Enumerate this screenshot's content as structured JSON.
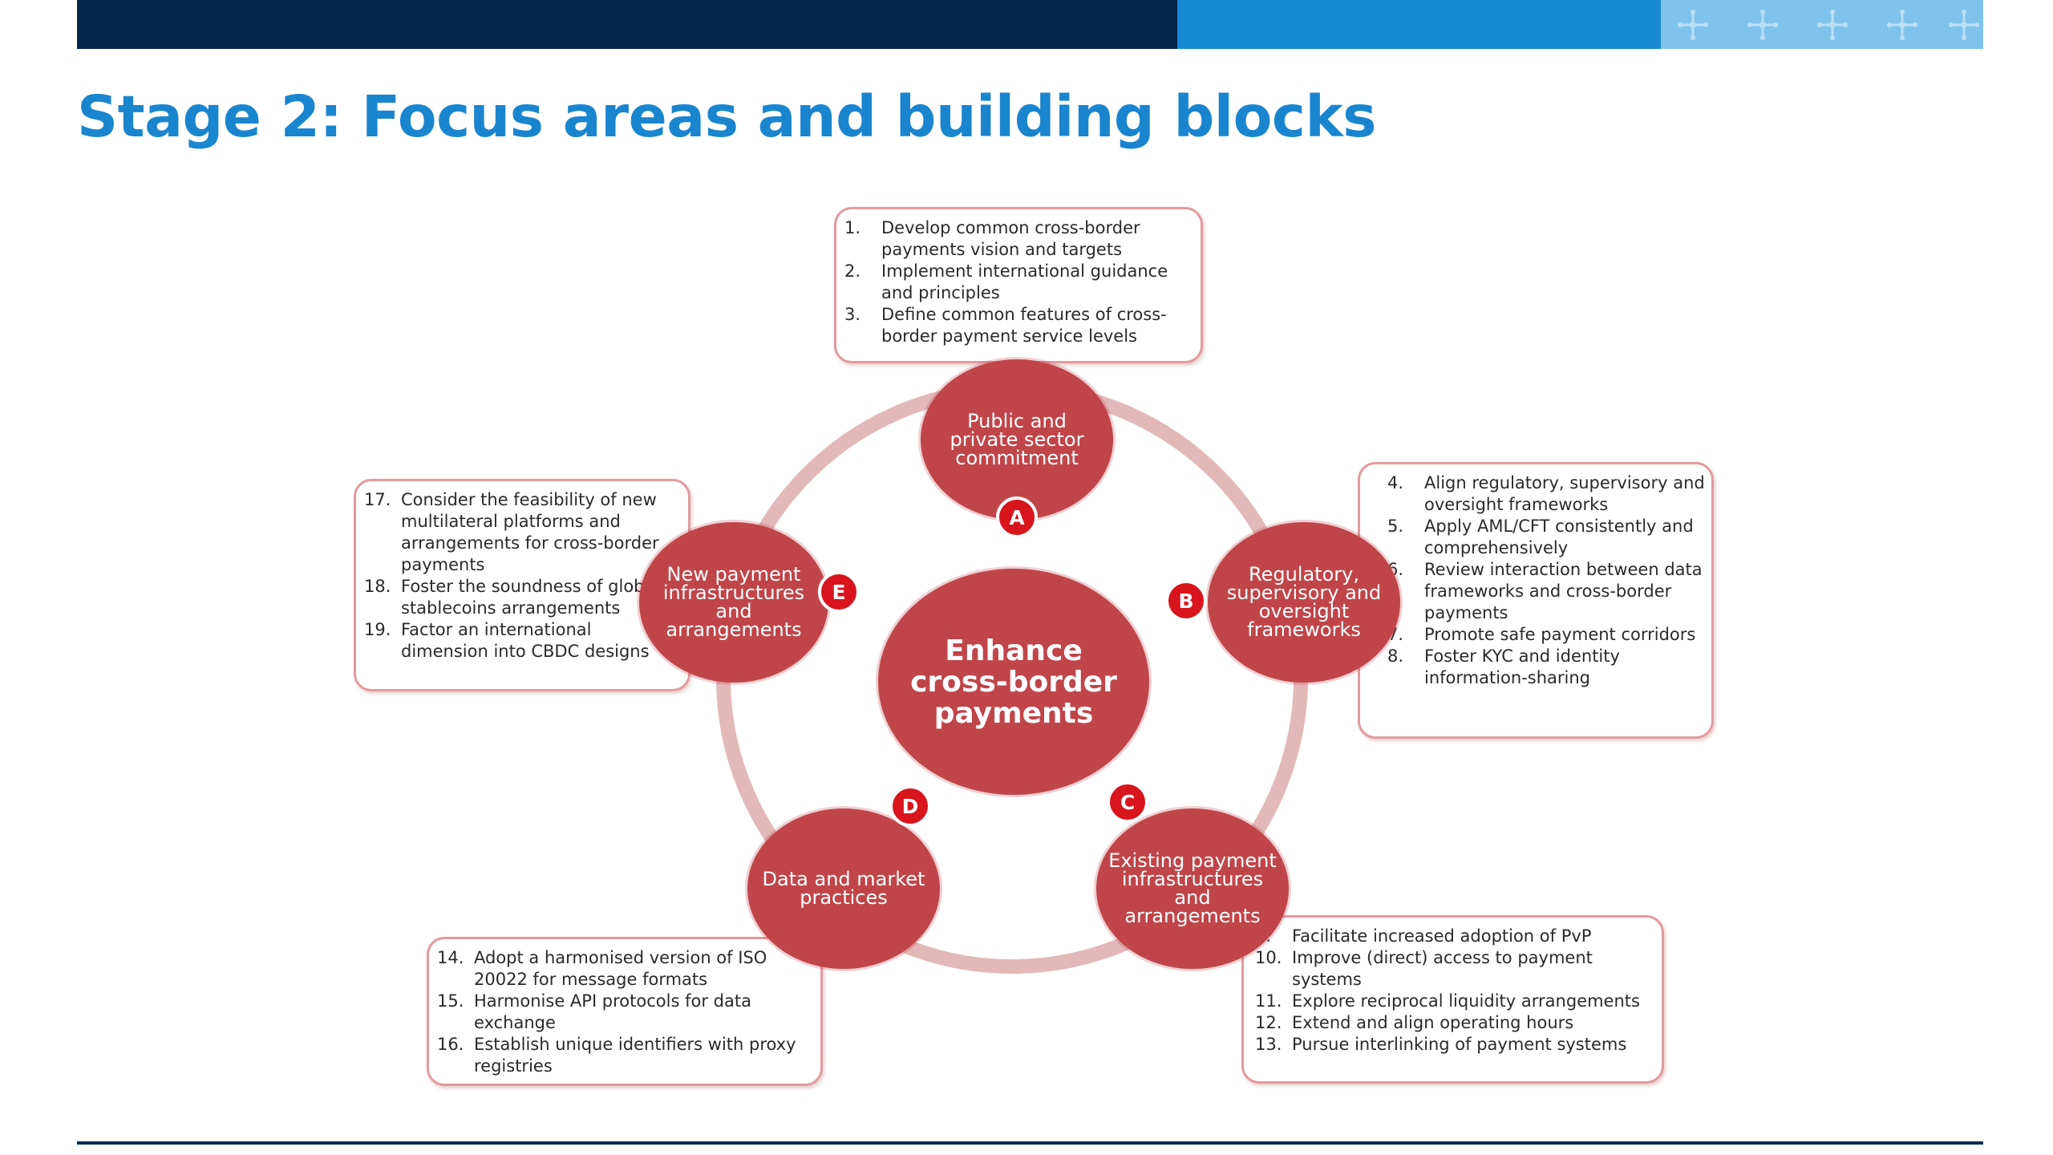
{
  "title": "Stage 2: Focus areas and building blocks",
  "colors": {
    "bar_dark": "#04264a",
    "bar_mid": "#1789d2",
    "bar_light": "#7fc3ec",
    "title": "#1a85cf",
    "node": "#c0454a",
    "badge": "#d8141c",
    "ring": "#e3b8b8",
    "box_border": "#e29aa0"
  },
  "header_icons": [
    "cross-icon",
    "cross-icon",
    "cross-icon",
    "cross-icon",
    "cross-icon"
  ],
  "center": {
    "label": "Enhance cross-border payments"
  },
  "focus_areas": [
    {
      "badge": "A",
      "label": "Public and private sector commitment",
      "items": [
        {
          "num": "1.",
          "text": "Develop common cross-border payments vision and targets"
        },
        {
          "num": "2.",
          "text": "Implement international guidance and principles"
        },
        {
          "num": "3.",
          "text": "Define common features of cross-border payment service levels"
        }
      ]
    },
    {
      "badge": "B",
      "label": "Regulatory, supervisory and oversight frameworks",
      "items": [
        {
          "num": "4.",
          "text": "Align regulatory, supervisory and oversight frameworks"
        },
        {
          "num": "5.",
          "text": "Apply AML/CFT consistently and comprehensively"
        },
        {
          "num": "6.",
          "text": "Review interaction between data frameworks and cross-border payments"
        },
        {
          "num": "7.",
          "text": "Promote safe payment corridors"
        },
        {
          "num": "8.",
          "text": "Foster KYC and identity information-sharing"
        }
      ]
    },
    {
      "badge": "C",
      "label": "Existing payment infrastructures and arrangements",
      "items": [
        {
          "num": "9.",
          "text": "Facilitate increased adoption of PvP"
        },
        {
          "num": "10.",
          "text": "Improve (direct) access to payment systems"
        },
        {
          "num": "11.",
          "text": "Explore reciprocal liquidity arrangements"
        },
        {
          "num": "12.",
          "text": "Extend and align operating hours"
        },
        {
          "num": "13.",
          "text": "Pursue interlinking of payment systems"
        }
      ]
    },
    {
      "badge": "D",
      "label": "Data and market practices",
      "items": [
        {
          "num": "14.",
          "text": "Adopt a harmonised version of ISO 20022 for message formats"
        },
        {
          "num": "15.",
          "text": "Harmonise API protocols for data exchange"
        },
        {
          "num": "16.",
          "text": "Establish unique identifiers with proxy registries"
        }
      ]
    },
    {
      "badge": "E",
      "label": "New payment infrastructures and arrangements",
      "items": [
        {
          "num": "17.",
          "text": "Consider the feasibility of new multilateral platforms and arrangements for cross-border payments"
        },
        {
          "num": "18.",
          "text": "Foster the soundness of global stablecoins arrangements"
        },
        {
          "num": "19.",
          "text": "Factor an international dimension into CBDC designs"
        }
      ]
    }
  ]
}
